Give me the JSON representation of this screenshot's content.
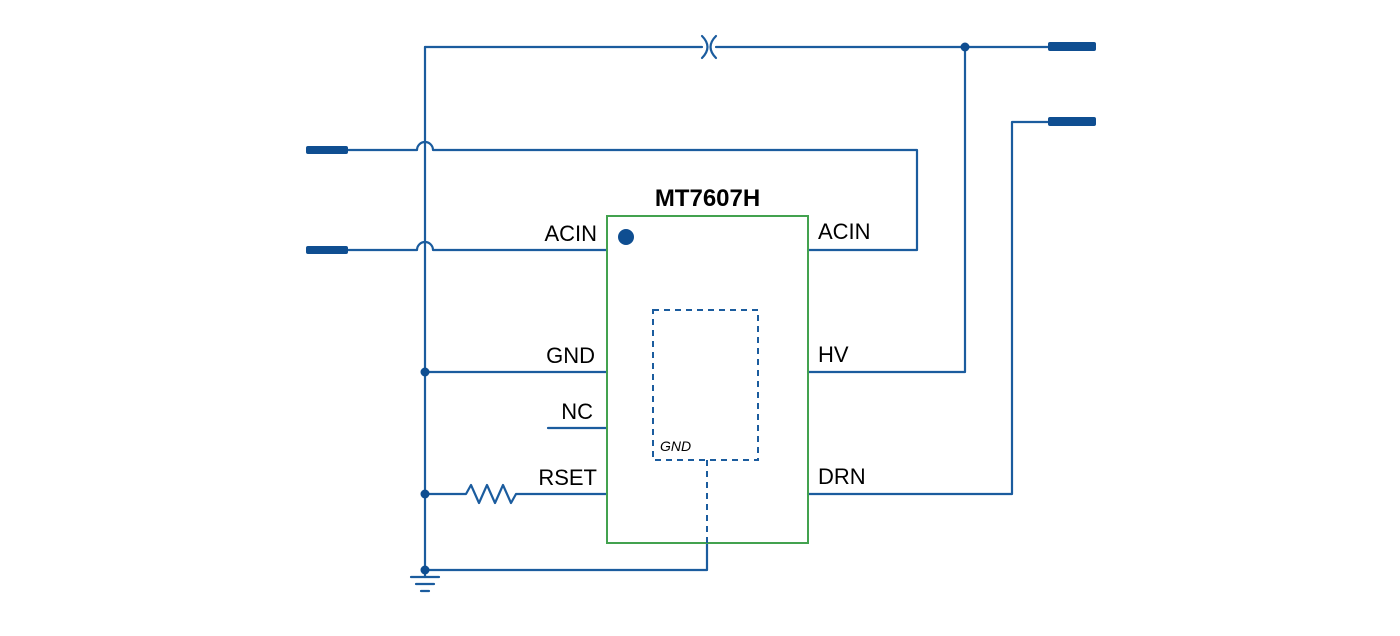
{
  "diagram": {
    "title": "MT7607H",
    "pins": {
      "acin_left": "ACIN",
      "acin_right": "ACIN",
      "gnd": "GND",
      "nc": "NC",
      "rset": "RSET",
      "hv": "HV",
      "drn": "DRN"
    },
    "thermal_pad": {
      "label": "GND"
    },
    "colors": {
      "wire": "#1b5c9e",
      "terminal": "#0f4e91",
      "ic_outline": "#43a24f",
      "label": "#000000"
    }
  }
}
